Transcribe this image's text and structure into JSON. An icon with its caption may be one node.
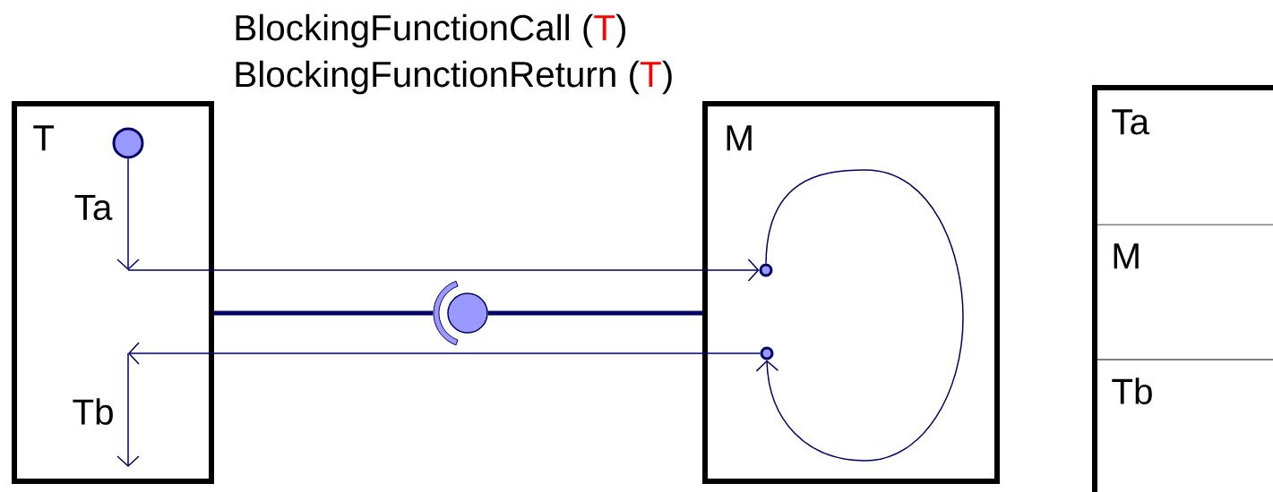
{
  "diagram": {
    "nodes": [
      {
        "text": [
          "T"
        ]
      },
      {
        "text": [],
        "shape": "circle",
        "in": 0
      },
      {
        "text": [
          "M"
        ]
      },
      {
        "text": [],
        "shape": "circle",
        "in": 2
      },
      {
        "text": [],
        "shape": "circle",
        "in": 2
      },
      {
        "text": [
          "Ta"
        ]
      },
      {
        "text": [
          "M"
        ]
      },
      {
        "text": [
          "Tb"
        ]
      },
      {
        "text": [],
        "shape": "circle"
      }
    ],
    "edges": [
      {
        "from": 1,
        "to": 3,
        "arrow": "to",
        "label": "Ta"
      },
      {
        "from": 4,
        "to": 0,
        "arrow": "to",
        "label": "Tb"
      },
      {
        "from": 3,
        "to": 4,
        "arrow": "to"
      },
      {
        "from": 0,
        "to": 8,
        "arrow": "none",
        "style": "thick"
      },
      {
        "from": 8,
        "to": 2,
        "arrow": "none",
        "style": "thick"
      }
    ],
    "labels": [
      "BlockingFunctionCall",
      "(",
      "T",
      ")",
      "BlockingFunctionReturn",
      "(",
      "T",
      ")"
    ]
  }
}
